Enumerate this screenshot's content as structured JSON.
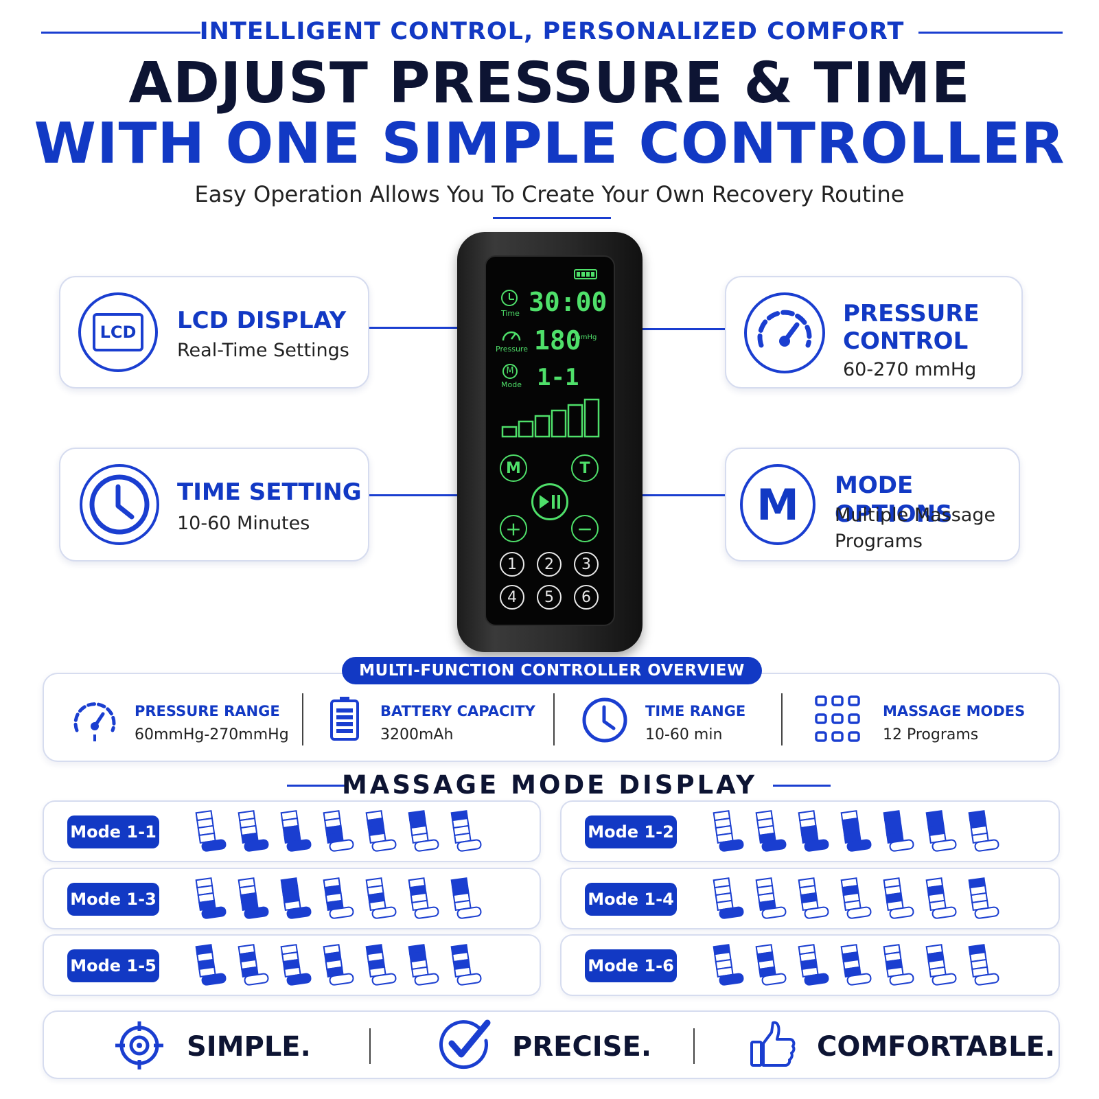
{
  "header": {
    "eyebrow": "INTELLIGENT CONTROL, PERSONALIZED COMFORT",
    "title_line1": "ADJUST PRESSURE & TIME",
    "title_line2": "WITH ONE SIMPLE CONTROLLER",
    "subtitle": "Easy Operation Allows You To Create Your Own Recovery Routine"
  },
  "features": {
    "lcd": {
      "icon_text": "LCD",
      "title": "LCD DISPLAY",
      "subtitle": "Real-Time Settings",
      "icon": "lcd-icon"
    },
    "pressure": {
      "title_line1": "PRESSURE",
      "title_line2": "CONTROL",
      "subtitle": "60-270 mmHg",
      "icon": "gauge-icon"
    },
    "time": {
      "title": "TIME SETTING",
      "subtitle": "10-60 Minutes",
      "icon": "clock-icon"
    },
    "mode": {
      "icon_text": "M",
      "title": "MODE OPTIONS",
      "subtitle_line1": "Multiple Massage",
      "subtitle_line2": "Programs",
      "icon": "mode-m-icon"
    }
  },
  "device": {
    "time_label": "Time",
    "time_value": "30:00",
    "pressure_label": "Pressure",
    "pressure_value": "180",
    "pressure_unit": "mmHg",
    "mode_label": "Mode",
    "mode_icon_text": "M",
    "mode_value": "1-1",
    "intensity_bars": 6,
    "btn_mode": "M",
    "btn_timer": "T",
    "btn_plus": "+",
    "btn_minus": "−",
    "numbers": [
      "1",
      "2",
      "3",
      "4",
      "5",
      "6"
    ]
  },
  "overview": {
    "badge": "MULTI-FUNCTION CONTROLLER OVERVIEW",
    "items": [
      {
        "title": "PRESSURE RANGE",
        "value": "60mmHg-270mmHg",
        "icon": "gauge-icon"
      },
      {
        "title": "BATTERY CAPACITY",
        "value": "3200mAh",
        "icon": "battery-icon"
      },
      {
        "title": "TIME RANGE",
        "value": "10-60 min",
        "icon": "clock-icon"
      },
      {
        "title": "MASSAGE MODES",
        "value": "12 Programs",
        "icon": "grid-icon"
      }
    ]
  },
  "mode_display": {
    "title": "MASSAGE MODE DISPLAY",
    "modes": [
      {
        "label": "Mode 1-1"
      },
      {
        "label": "Mode 1-2"
      },
      {
        "label": "Mode 1-3"
      },
      {
        "label": "Mode 1-4"
      },
      {
        "label": "Mode 1-5"
      },
      {
        "label": "Mode 1-6"
      }
    ]
  },
  "footer": {
    "items": [
      {
        "label": "SIMPLE.",
        "icon": "target-icon"
      },
      {
        "label": "PRECISE.",
        "icon": "checkmark-icon"
      },
      {
        "label": "COMFORTABLE.",
        "icon": "thumbs-up-icon"
      }
    ]
  },
  "colors": {
    "accent": "#1239c4",
    "navy": "#0d1433",
    "lcd_green": "#4fe06a",
    "device_body": "#2a2a2a"
  }
}
